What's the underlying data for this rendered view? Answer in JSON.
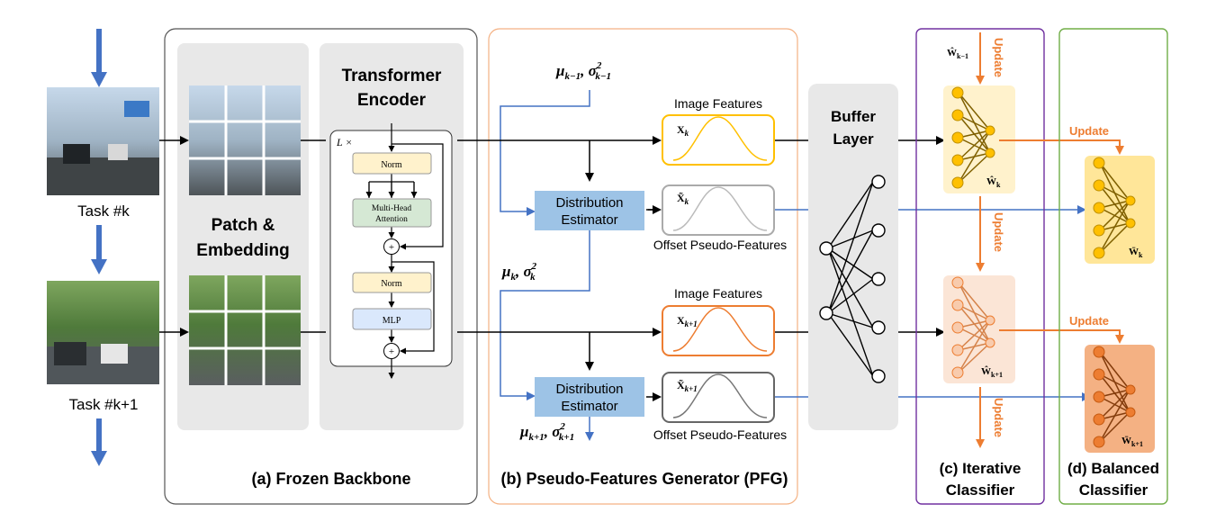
{
  "tasks": {
    "k": {
      "label": "Task #k"
    },
    "k1": {
      "label": "Task #k+1"
    }
  },
  "backbone": {
    "title": "(a) Frozen Backbone",
    "patch": {
      "line1": "Patch &",
      "line2": "Embedding"
    },
    "encoder": {
      "line1": "Transformer",
      "line2": "Encoder",
      "repeat": "L ×",
      "norm1": "Norm",
      "mha_line1": "Multi-Head",
      "mha_line2": "Attention",
      "plus": "+",
      "norm2": "Norm",
      "mlp": "MLP"
    }
  },
  "pfg": {
    "title": "(b) Pseudo-Features Generator (PFG)",
    "mu_prev": "μ",
    "mu_prev_sub": "k−1",
    "sigma_prev_sub": "k−1",
    "mu_k_sub": "k",
    "sigma_k_sub": "k",
    "mu_next_sub": "k+1",
    "sigma_next_sub": "k+1",
    "estimator_line1": "Distribution",
    "estimator_line2": "Estimator",
    "image_features": "Image Features",
    "offset_pseudo": "Offset Pseudo-Features",
    "x_k_sub": "k",
    "x_k1_sub": "k+1"
  },
  "buffer": {
    "line1": "Buffer",
    "line2": "Layer"
  },
  "iterative": {
    "title_line1": "(c) Iterative",
    "title_line2": "Classifier",
    "update": "Update",
    "w_prev_sub": "k−1",
    "w_k_sub": "k",
    "w_k1_sub": "k+1"
  },
  "balanced": {
    "title_line1": "(d) Balanced",
    "title_line2": "Classifier",
    "update": "Update",
    "w_k_sub": "k",
    "w_k1_sub": "k+1"
  },
  "colors": {
    "blue": "#4472c4",
    "orange": "#ed7d31",
    "panel_gray": "#e8e8e8",
    "yellow_fill": "#fff2cc",
    "yellow_node": "#ffc000",
    "orange_fill": "#fbe5d6",
    "purple": "#7030a0",
    "green": "#70ad47",
    "estimator": "#9dc3e6"
  }
}
